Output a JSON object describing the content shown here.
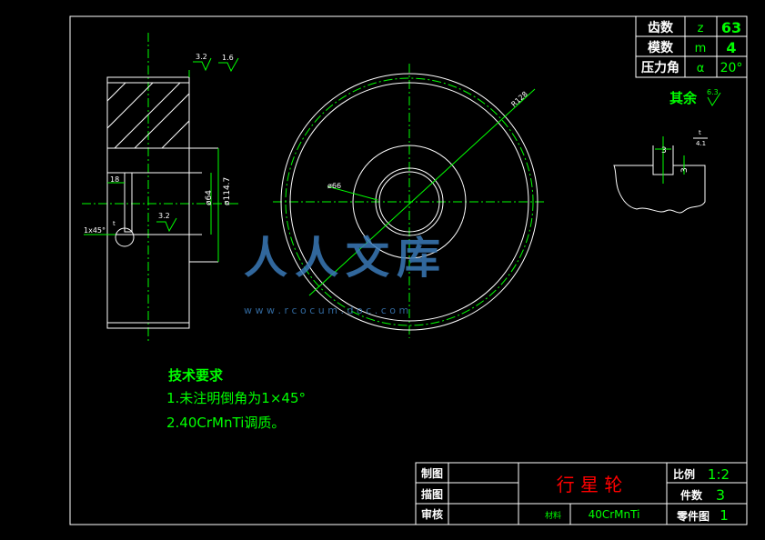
{
  "param_table": {
    "rows": [
      {
        "label": "齿数",
        "symbol": "z",
        "value": "63"
      },
      {
        "label": "模数",
        "symbol": "m",
        "value": "4"
      },
      {
        "label": "压力角",
        "symbol": "α",
        "value": "20°"
      }
    ]
  },
  "surface_finish": {
    "rest_label": "其余",
    "rest_value": "6.3",
    "top_left": "3.2",
    "top_right": "1.6",
    "bore": "3.2"
  },
  "dimensions": {
    "outer_radius": "R128",
    "inner_dia": "ø66",
    "hub_d1": "ø64",
    "hub_d2": "ø114.7",
    "chamfer": "1x45°",
    "key_width": "18",
    "keyway_depth_1": "3",
    "keyway_depth_2": "3",
    "keyway_tol": "t",
    "keyway_tol2": "4.1",
    "section_mark": "t"
  },
  "tech_requirements": {
    "title": "技术要求",
    "items": [
      "1.未注明倒角为1×45°",
      "2.40CrMnTi调质。"
    ]
  },
  "watermark": {
    "text": "人人文库",
    "url": "w w w . r c o c u m . d o c . c o m"
  },
  "title_block": {
    "part_name": "行 星 轮",
    "material_label": "材料",
    "material": "40CrMnTi",
    "left_labels": [
      "制图",
      "描图",
      "审核"
    ],
    "ratio_label": "比例",
    "ratio": "1:2",
    "qty_label": "件数",
    "qty": "3",
    "drawing_label": "零件图",
    "drawing_no": "1"
  },
  "colors": {
    "background": "#000000",
    "line_white": "#ffffff",
    "dim_green": "#00ff00",
    "title_red": "#ff0000",
    "watermark": "#3a7ab8"
  }
}
